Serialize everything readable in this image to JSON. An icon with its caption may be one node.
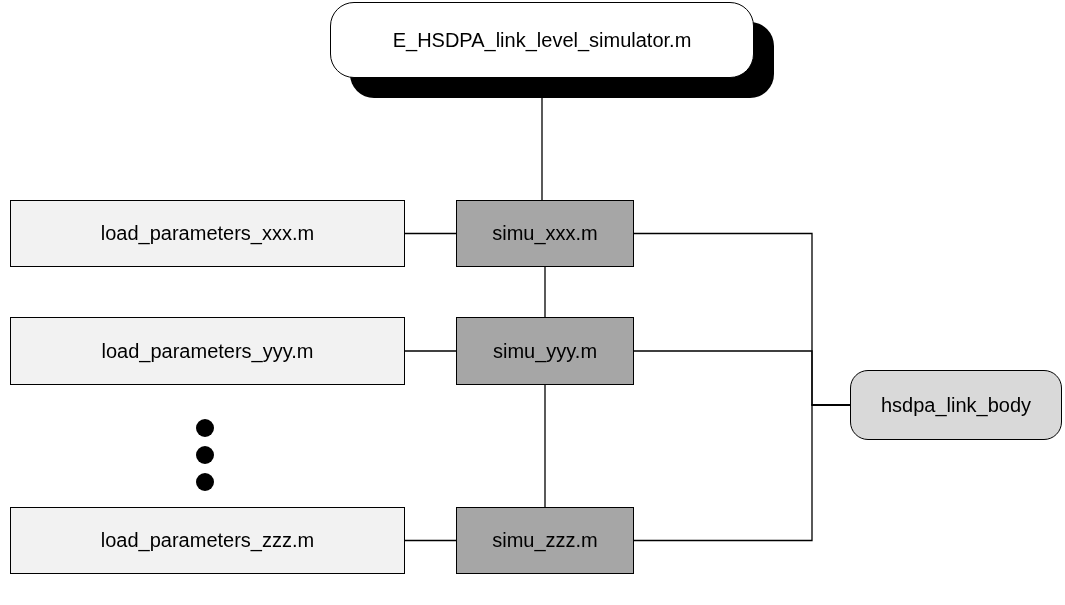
{
  "diagram": {
    "nodes": [
      {
        "text": [
          "E_HSDPA_link_level_simulator.m"
        ]
      },
      {
        "text": [
          "load_parameters_xxx.m"
        ]
      },
      {
        "text": [
          "simu_xxx.m"
        ]
      },
      {
        "text": [
          "load_parameters_yyy.m"
        ]
      },
      {
        "text": [
          "simu_yyy.m"
        ]
      },
      {
        "text": [
          "hsdpa_link_body"
        ]
      },
      {
        "text": [
          "load_parameters_zzz.m"
        ]
      },
      {
        "text": [
          "simu_zzz.m"
        ]
      }
    ],
    "edges": [
      {
        "from": 0,
        "to": 2,
        "arrow": "none"
      },
      {
        "from": 1,
        "to": 2,
        "arrow": "none"
      },
      {
        "from": 2,
        "to": 4,
        "arrow": "none"
      },
      {
        "from": 3,
        "to": 4,
        "arrow": "none"
      },
      {
        "from": 4,
        "to": 7,
        "arrow": "none"
      },
      {
        "from": 6,
        "to": 7,
        "arrow": "none"
      },
      {
        "from": 2,
        "to": 5,
        "arrow": "none"
      },
      {
        "from": 4,
        "to": 5,
        "arrow": "none"
      },
      {
        "from": 7,
        "to": 5,
        "arrow": "none"
      }
    ]
  }
}
